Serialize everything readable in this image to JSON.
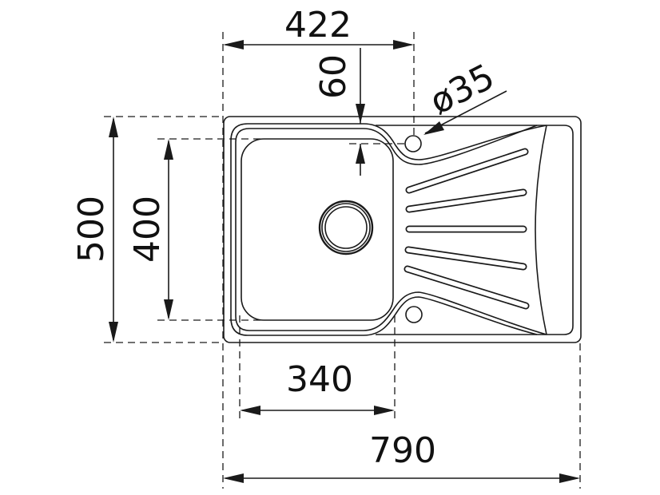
{
  "drawing": {
    "subject": "single bowl sink with drainer",
    "units": "mm",
    "dimensions": {
      "top_width": "422",
      "tap_offset": "60",
      "tap_hole_diameter": "ø35",
      "overall_depth": "500",
      "bowl_depth": "400",
      "bowl_width": "340",
      "overall_width": "790"
    },
    "drainer_grooves": 5,
    "colors": {
      "line": "#1a1a1a",
      "background": "#ffffff"
    }
  }
}
